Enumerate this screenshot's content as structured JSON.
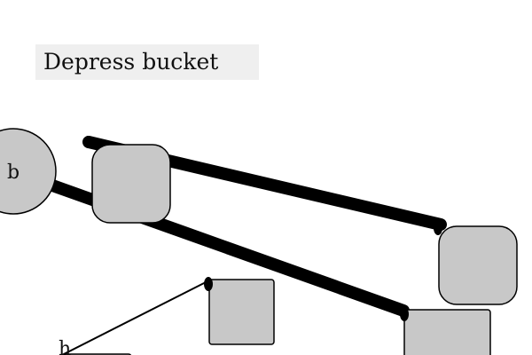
{
  "instruction": {
    "text": "Depress bucket"
  },
  "scene": {
    "colors": {
      "shape_fill": "#c8c8c8",
      "shape_stroke": "#000000",
      "link": "#000000",
      "instruction_bg": "#efefef"
    },
    "node_labels": {
      "circle": "b",
      "line_bottom_left": "h"
    }
  }
}
